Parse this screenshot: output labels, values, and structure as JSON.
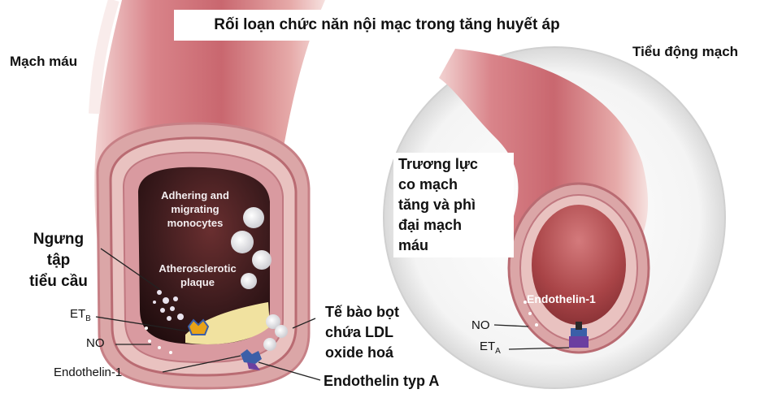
{
  "title": "Rối loạn chức năn nội mạc trong tăng huyết áp",
  "left_panel": {
    "heading": "Mạch máu",
    "inner_top": "Adhering and migrating monocytes",
    "inner_mid": "Atherosclerotic plaque",
    "platelet_label": [
      "Ngưng",
      "tập",
      "tiểu cầu"
    ],
    "et_b_label": "ET",
    "et_b_sub": "B",
    "no_label": "NO",
    "endothelin_label": "Endothelin-1",
    "foam_cell_label": [
      "Tế bào bọt",
      "chứa LDL",
      "oxide hoá"
    ],
    "receptor_label": "Endothelin typ A"
  },
  "right_panel": {
    "heading": "Tiểu động mạch",
    "callout": [
      "Trương lực",
      "co mạch",
      "tăng và phì",
      "đại mạch",
      "máu"
    ],
    "endothelin_label": "Endothelin-1",
    "no_label": "NO",
    "et_a_label": "ET",
    "et_a_sub": "A"
  },
  "colors": {
    "vessel_outer": "#d9848a",
    "vessel_wall": "#e8b8b6",
    "lumen_dark": "#3a1a1c",
    "plaque": "#f1e2a0",
    "receptor_b": "#e8a317",
    "receptor_a": "#3b5fa8"
  }
}
